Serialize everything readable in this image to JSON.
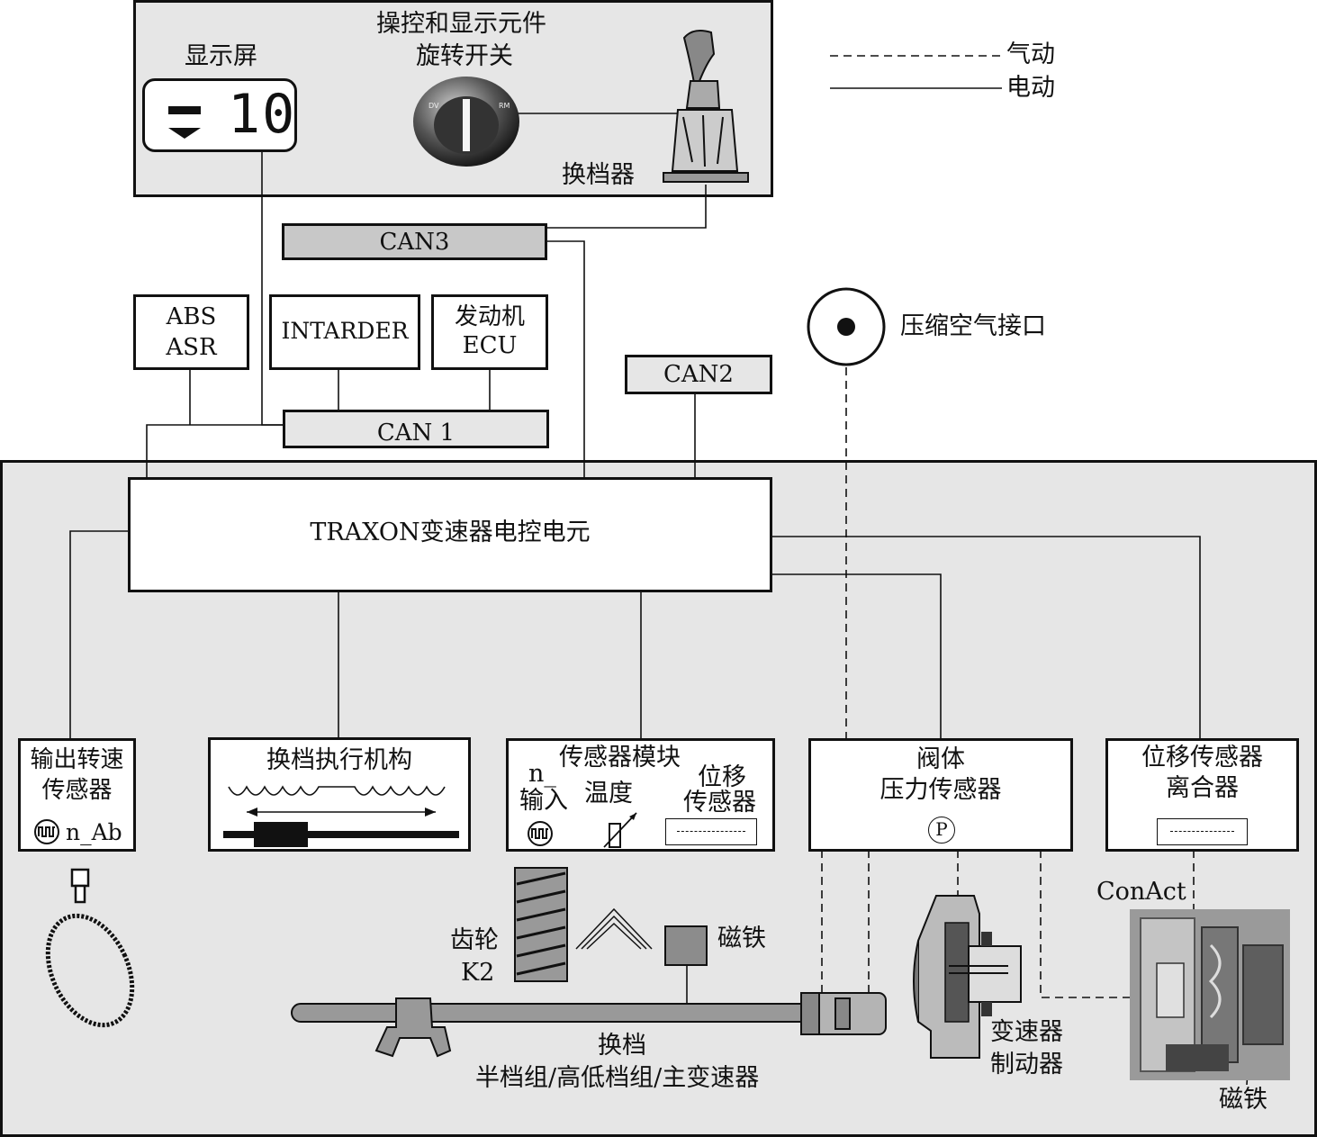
{
  "control_panel": {
    "title": "操控和显示元件",
    "display_label": "显示屏",
    "display_value": "10",
    "rotary_switch_label": "旋转开关",
    "shifter_label": "换档器"
  },
  "legend": {
    "pneumatic": "气动",
    "electric": "电动"
  },
  "can3": "CAN3",
  "can2": "CAN2",
  "can1": "CAN 1",
  "abs_line1": "ABS",
  "abs_line2": "ASR",
  "intarder": "INTARDER",
  "engine_line1": "发动机",
  "engine_line2": "ECU",
  "air_port": "压缩空气接口",
  "ecu_main": "TRAXON变速器电控电元",
  "output_sensor": {
    "line1": "输出转速",
    "line2": "传感器",
    "signal": "n_Ab"
  },
  "shift_actuator": "换档执行机构",
  "sensor_module": {
    "title": "传感器模块",
    "n_label": "n_",
    "input_label": "输入",
    "temp_label": "温度",
    "disp_line1": "位移",
    "disp_line2": "传感器"
  },
  "valve": {
    "line1": "阀体",
    "line2": "压力传感器",
    "p_symbol": "P"
  },
  "clutch_sensor": {
    "line1": "位移传感器",
    "line2": "离合器"
  },
  "gear_line1": "齿轮",
  "gear_line2": "K2",
  "magnet_label": "磁铁",
  "shift_label_line1": "换档",
  "shift_label_line2": "半档组/高低档组/主变速器",
  "brake_line1": "变速器",
  "brake_line2": "制动器",
  "conact": "ConAct",
  "magnet_label2": "磁铁"
}
